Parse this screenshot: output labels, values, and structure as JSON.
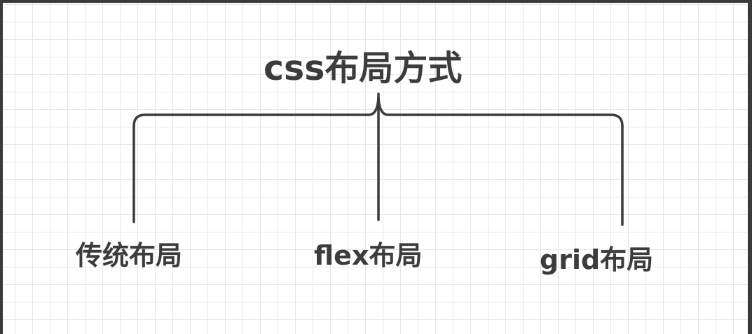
{
  "diagram": {
    "title": "css布局方式",
    "children": [
      {
        "label": "传统布局"
      },
      {
        "label": "flex布局"
      },
      {
        "label": "grid布局"
      }
    ]
  },
  "colors": {
    "line": "#3c3c3c",
    "text": "#3c3c3c",
    "grid": "#e6e6e6",
    "background": "#ffffff",
    "frame": "#3a3a3a"
  }
}
